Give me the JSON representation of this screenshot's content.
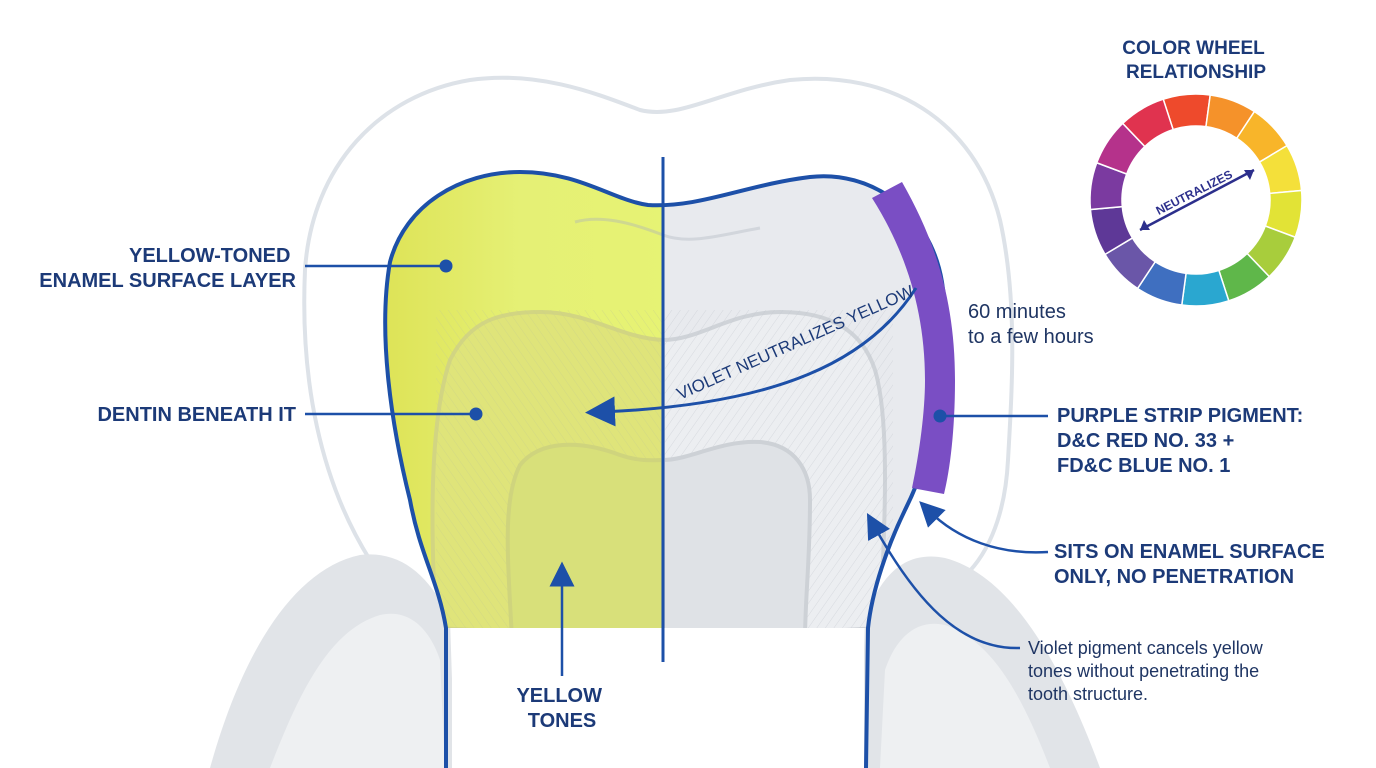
{
  "labels": {
    "enamel": [
      "YELLOW-TONED",
      "ENAMEL SURFACE LAYER"
    ],
    "dentin": "DENTIN BENEATH IT",
    "yellow_tones": [
      "YELLOW",
      "TONES"
    ],
    "violet_neutralizes": "VIOLET NEUTRALIZES YELLOW",
    "duration": [
      "60 minutes",
      "to a few hours"
    ],
    "purple_strip": [
      "PURPLE STRIP PIGMENT:",
      "D&C RED NO. 33 +",
      "FD&C BLUE NO. 1"
    ],
    "sits_on": [
      "SITS ON ENAMEL SURFACE",
      "ONLY, NO PENETRATION"
    ],
    "violet_cancels": [
      "Violet pigment cancels yellow",
      "tones without penetrating the",
      "tooth structure."
    ]
  },
  "color_wheel": {
    "title": [
      "COLOR WHEEL",
      "RELATIONSHIP"
    ],
    "neutralizes": "NEUTRALIZES",
    "segments": [
      "#ee4a2c",
      "#f5922a",
      "#f8b52a",
      "#f4e03a",
      "#e2e336",
      "#a8cd3c",
      "#5fb74a",
      "#2aa7d0",
      "#3f6fc0",
      "#6a56a8",
      "#5e3897",
      "#7b3aa0",
      "#b5328b",
      "#e0334f"
    ]
  },
  "colors": {
    "outline": "#1d50a8",
    "strip": "#7a4ec4",
    "enamel_yellow": "#e4f06a",
    "gum": "#dfe2e6"
  }
}
